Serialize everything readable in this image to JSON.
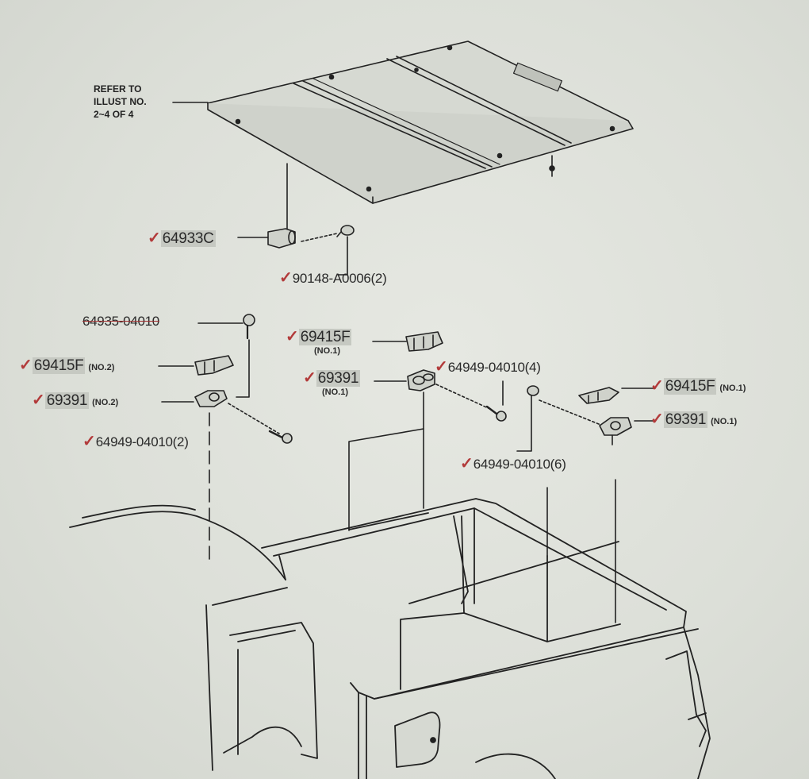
{
  "colors": {
    "line": "#222222",
    "check": "#b23a3a",
    "highlight": "#c7cac3",
    "paper": "#dcdfd8"
  },
  "note": {
    "line1": "REFER TO",
    "line2": "ILLUST NO.",
    "line3": "2~4 OF 4"
  },
  "parts": {
    "p64933c": {
      "mark": "✓",
      "part": "64933C"
    },
    "p90148": {
      "mark": "✓",
      "part": "90148-A0006(2)"
    },
    "p64935": {
      "part": "64935-04010"
    },
    "p69415f_no2": {
      "mark": "✓",
      "part": "69415F",
      "suffix": "(NO.2)"
    },
    "p69391_no2": {
      "mark": "✓",
      "part": "69391",
      "suffix": "(NO.2)"
    },
    "p64949_2": {
      "mark": "✓",
      "part": "64949-04010(2)"
    },
    "p69415f_center": {
      "mark": "✓",
      "part": "69415F",
      "suffix": "(NO.1)"
    },
    "p69391_center": {
      "mark": "✓",
      "part": "69391",
      "suffix": "(NO.1)"
    },
    "p64949_4": {
      "mark": "✓",
      "part": "64949-04010(4)"
    },
    "p69415f_right": {
      "mark": "✓",
      "part": "69415F",
      "suffix": "(NO.1)"
    },
    "p69391_right": {
      "mark": "✓",
      "part": "69391",
      "suffix": "(NO.1)"
    },
    "p64949_6": {
      "mark": "✓",
      "part": "64949-04010(6)"
    }
  }
}
